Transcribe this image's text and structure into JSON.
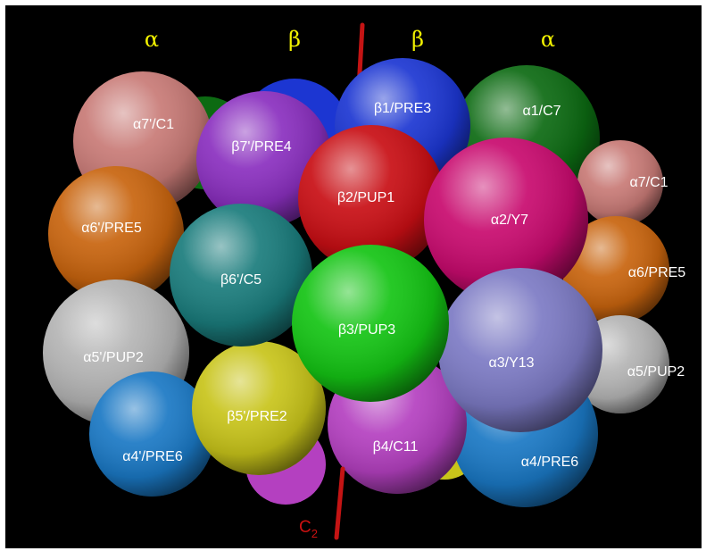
{
  "headers": [
    "α",
    "β",
    "β",
    "α"
  ],
  "axis": {
    "label": "C",
    "subscript": "2",
    "color": "#c41414"
  },
  "background": "#000000",
  "subunits": [
    {
      "label": "α7'/C1",
      "color": "#c87a76"
    },
    {
      "label": "β7'/PRE4",
      "color": "#8a2fbf"
    },
    {
      "label": "β1/PRE3",
      "color": "#1c36d2"
    },
    {
      "label": "α1/C7",
      "color": "#0c6a12"
    },
    {
      "label": "α7/C1",
      "color": "#c87a76"
    },
    {
      "label": "α6'/PRE5",
      "color": "#c8640e"
    },
    {
      "label": "β2/PUP1",
      "color": "#c80e14"
    },
    {
      "label": "α2/Y7",
      "color": "#c80a6e"
    },
    {
      "label": "β6'/C5",
      "color": "#1a7c7c"
    },
    {
      "label": "α6/PRE5",
      "color": "#c8640e"
    },
    {
      "label": "β3/PUP3",
      "color": "#14c414"
    },
    {
      "label": "α5'/PUP2",
      "color": "#b4b4b4"
    },
    {
      "label": "α3/Y13",
      "color": "#7c7ac4"
    },
    {
      "label": "α5/PUP2",
      "color": "#b4b4b4"
    },
    {
      "label": "β5'/PRE2",
      "color": "#c8c41a"
    },
    {
      "label": "β4/C11",
      "color": "#b440c0"
    },
    {
      "label": "α4'/PRE6",
      "color": "#1a78c4"
    },
    {
      "label": "α4/PRE6",
      "color": "#1a78c4"
    }
  ]
}
